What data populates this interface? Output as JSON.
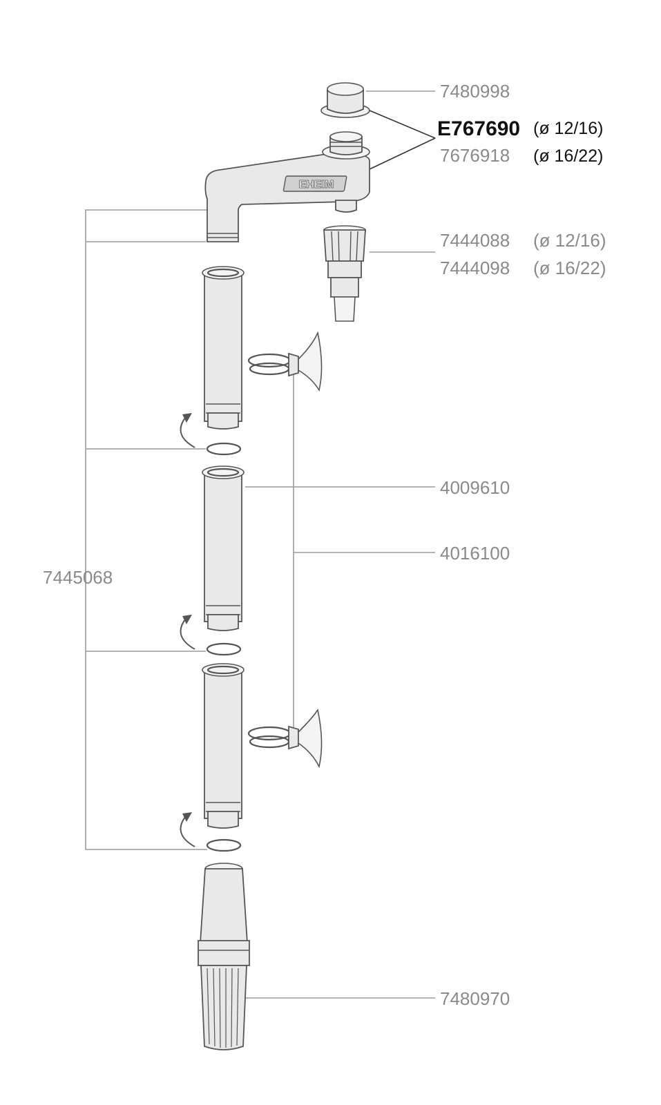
{
  "parts": [
    {
      "id": "cap",
      "number": "7480998",
      "size": ""
    },
    {
      "id": "set-a",
      "number": "E767690",
      "size": "(ø 12/16)"
    },
    {
      "id": "set-b",
      "number": "7676918",
      "size": "(ø 16/22)"
    },
    {
      "id": "connector-a",
      "number": "7444088",
      "size": "(ø 12/16)"
    },
    {
      "id": "connector-b",
      "number": "7444098",
      "size": "(ø 16/22)"
    },
    {
      "id": "intake-tube",
      "number": "4009610",
      "size": ""
    },
    {
      "id": "suction-cup",
      "number": "4016100",
      "size": ""
    },
    {
      "id": "tube-set",
      "number": "7445068",
      "size": ""
    },
    {
      "id": "strainer",
      "number": "7480970",
      "size": ""
    }
  ],
  "brand_logo": "EHEIM",
  "colors": {
    "line": "#555555",
    "label": "#8a8a8a",
    "emphasis": "#111111"
  }
}
